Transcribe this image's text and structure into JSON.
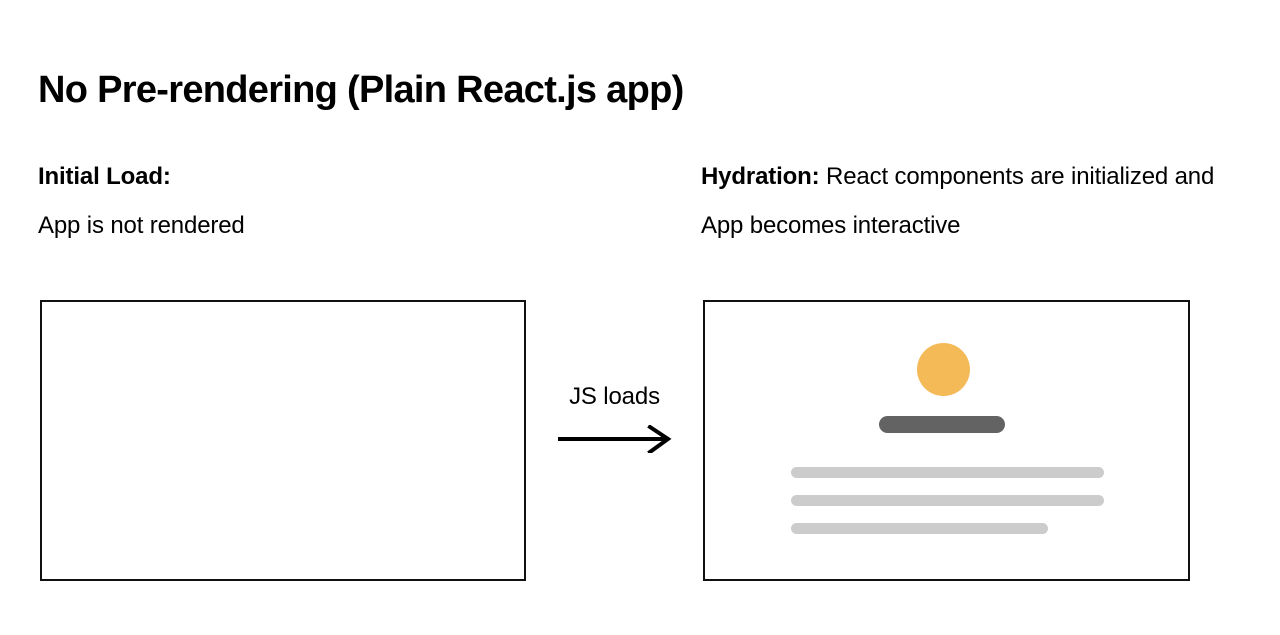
{
  "title": "No Pre-rendering (Plain React.js app)",
  "panels": {
    "left": {
      "caption_lead": "Initial Load:",
      "caption_body": "App is not rendered",
      "frame_state": "empty"
    },
    "right": {
      "caption_lead": "Hydration:",
      "caption_body": " React components are initialized and App becomes interactive",
      "frame_state": "hydrated"
    }
  },
  "transition": {
    "label": "JS loads",
    "arrow_icon": "arrow-right-icon"
  },
  "skeleton": {
    "avatar": "circle",
    "heading_bar": "heading-placeholder",
    "text_lines": [
      "full",
      "full",
      "short"
    ]
  },
  "colors": {
    "accent_orange": "#f5ba58",
    "heading_gray": "#636363",
    "text_gray": "#cccccc",
    "frame_border": "#111111",
    "ink": "#000000",
    "background": "#ffffff"
  }
}
